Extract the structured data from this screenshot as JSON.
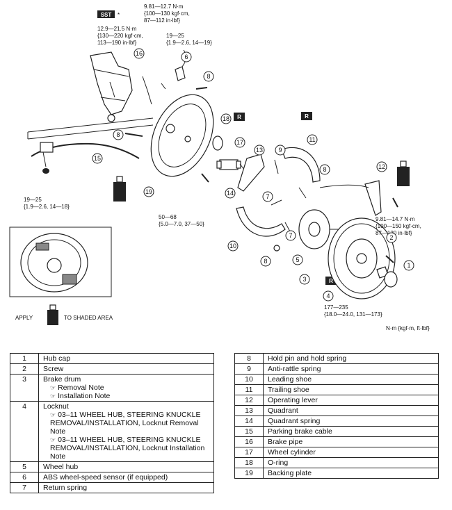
{
  "diagram": {
    "sst_badge": "SST",
    "sst_asterisk": "*",
    "r_badge": "R",
    "torque_top_1": "9.81—12.7 N·m",
    "torque_top_2": "{100—130 kgf·cm,",
    "torque_top_3": "87—112 in·lbf}",
    "torque_sst_1": "12.9—21.5 N·m",
    "torque_sst_2": "{130—220 kgf·cm,",
    "torque_sst_3": "113—190 in·lbf}",
    "torque_19_25_a1": "19—25",
    "torque_19_25_a2": "{1.9—2.6, 14—19}",
    "torque_19_25_b1": "19—25",
    "torque_19_25_b2": "{1.9—2.6, 14—18}",
    "torque_50_68_1": "50—68",
    "torque_50_68_2": "{5.0—7.0, 37—50}",
    "torque_981_147_1": "9.81—14.7 N·m",
    "torque_981_147_2": "{100—150 kgf·cm,",
    "torque_981_147_3": "87—120 in·lbf}",
    "torque_177_235_1": "177—235",
    "torque_177_235_2": "{18.0—24.0, 131—173}",
    "apply_text": "APPLY",
    "shaded_text": "TO SHADED AREA",
    "units_text": "N·m {kgf·m, ft·lbf}",
    "callouts": [
      "1",
      "2",
      "3",
      "4",
      "5",
      "6",
      "7",
      "7",
      "8",
      "8",
      "8",
      "8",
      "9",
      "10",
      "11",
      "12",
      "13",
      "14",
      "15",
      "16",
      "17",
      "18",
      "19"
    ]
  },
  "table_left": [
    {
      "num": "1",
      "name": "Hub cap",
      "notes": []
    },
    {
      "num": "2",
      "name": "Screw",
      "notes": []
    },
    {
      "num": "3",
      "name": "Brake drum",
      "notes": [
        "Removal Note",
        "Installation Note"
      ]
    },
    {
      "num": "4",
      "name": "Locknut",
      "notes": [
        "03–11 WHEEL HUB, STEERING KNUCKLE REMOVAL/INSTALLATION, Locknut Removal Note",
        "03–11 WHEEL HUB, STEERING KNUCKLE REMOVAL/INSTALLATION, Locknut Installation Note"
      ]
    },
    {
      "num": "5",
      "name": "Wheel hub",
      "notes": []
    },
    {
      "num": "6",
      "name": "ABS wheel-speed sensor (if equipped)",
      "notes": []
    },
    {
      "num": "7",
      "name": "Return spring",
      "notes": []
    }
  ],
  "table_right": [
    {
      "num": "8",
      "name": "Hold pin and hold spring"
    },
    {
      "num": "9",
      "name": "Anti-rattle spring"
    },
    {
      "num": "10",
      "name": "Leading shoe"
    },
    {
      "num": "11",
      "name": "Trailing shoe"
    },
    {
      "num": "12",
      "name": "Operating lever"
    },
    {
      "num": "13",
      "name": "Quadrant"
    },
    {
      "num": "14",
      "name": "Quadrant spring"
    },
    {
      "num": "15",
      "name": "Parking brake cable"
    },
    {
      "num": "16",
      "name": "Brake pipe"
    },
    {
      "num": "17",
      "name": "Wheel cylinder"
    },
    {
      "num": "18",
      "name": "O-ring"
    },
    {
      "num": "19",
      "name": "Backing plate"
    }
  ],
  "note_icon": "☞"
}
